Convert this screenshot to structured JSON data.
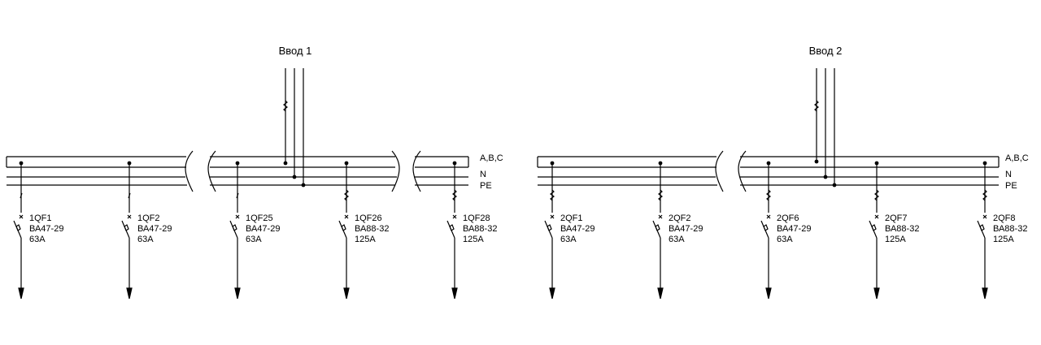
{
  "colors": {
    "line": "#000000",
    "background": "#ffffff"
  },
  "bus_labels": {
    "phases": "A,B,C",
    "neutral": "N",
    "protective": "PE"
  },
  "inputs": [
    {
      "label": "Ввод 1"
    },
    {
      "label": "Ввод 2"
    }
  ],
  "breakers": [
    {
      "id": "1QF1",
      "model": "ВА47-29",
      "rating": "63A"
    },
    {
      "id": "1QF2",
      "model": "ВА47-29",
      "rating": "63A"
    },
    {
      "id": "1QF25",
      "model": "ВА47-29",
      "rating": "63A"
    },
    {
      "id": "1QF26",
      "model": "ВА88-32",
      "rating": "125A"
    },
    {
      "id": "1QF28",
      "model": "ВА88-32",
      "rating": "125A"
    },
    {
      "id": "2QF1",
      "model": "ВА47-29",
      "rating": "63A"
    },
    {
      "id": "2QF2",
      "model": "ВА47-29",
      "rating": "63A"
    },
    {
      "id": "2QF6",
      "model": "ВА47-29",
      "rating": "63A"
    },
    {
      "id": "2QF7",
      "model": "ВА88-32",
      "rating": "125A"
    },
    {
      "id": "2QF8",
      "model": "ВА88-32",
      "rating": "125A"
    }
  ]
}
